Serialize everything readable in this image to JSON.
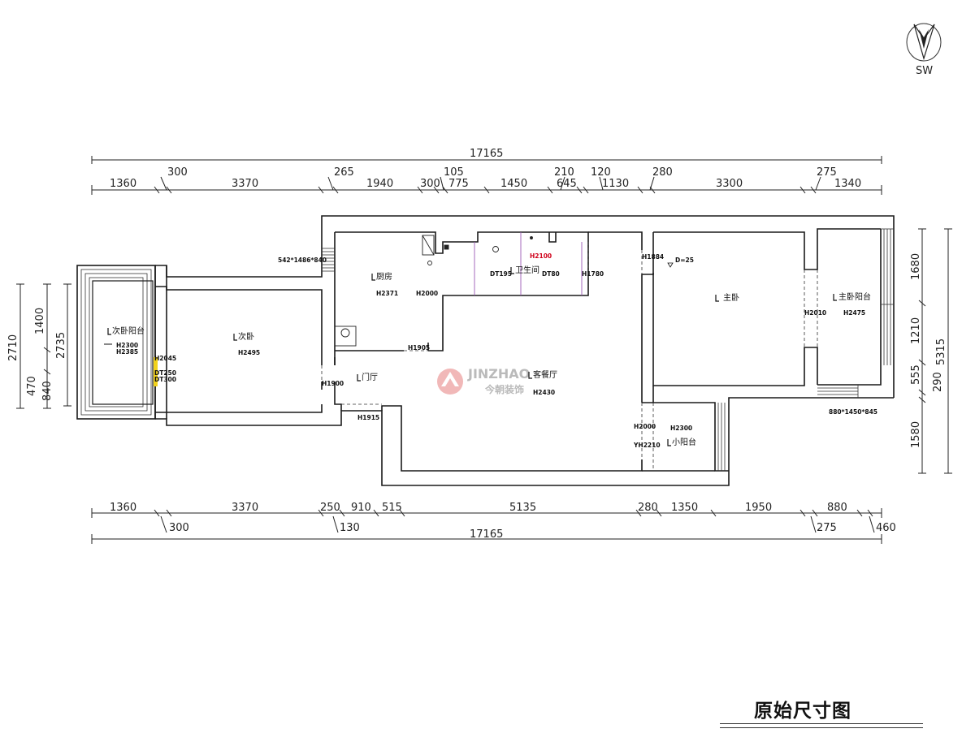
{
  "compass": {
    "label": "SW"
  },
  "title": "原始尺寸图",
  "watermark": {
    "brand": "JINZHAO",
    "brand_cn": "今朝装饰"
  },
  "dimensions": {
    "top_total": "17165",
    "top_row1": [
      "300",
      "265",
      "105",
      "210",
      "120",
      "280",
      "275"
    ],
    "top_row2": [
      "1360",
      "3370",
      "1940",
      "300",
      "775",
      "1450",
      "645",
      "1130",
      "3300",
      "1340"
    ],
    "bottom_row1": [
      "1360",
      "3370",
      "250",
      "910",
      "515",
      "5135",
      "280",
      "1350",
      "1950",
      "880"
    ],
    "bottom_row2": [
      "300",
      "130",
      "275",
      "460"
    ],
    "bottom_total": "17165",
    "left_outer": "2710",
    "left_inner": [
      "1400",
      "470",
      "840"
    ],
    "left_inner2": "2735",
    "right_inner": [
      "1680",
      "1210",
      "555",
      "1580"
    ],
    "right_inner2": "290",
    "right_outer": "5315"
  },
  "rooms": {
    "secondary_balcony": "次卧阳台",
    "secondary_bedroom": "次卧",
    "kitchen": "厨房",
    "bathroom": "卫生间",
    "foyer": "门厅",
    "living_dining": "客餐厅",
    "master_bedroom": "主卧",
    "master_balcony": "主卧阳台",
    "small_balcony": "小阳台"
  },
  "annotations": {
    "win_left": "542*1486*840",
    "sb_h1": "H2300",
    "sb_h2": "H2385",
    "h2045": "H2045",
    "dt250": "DT250",
    "dt300": "DT300",
    "bed2_h": "H2495",
    "kitchen_h": "H2371",
    "h2000_k": "H2000",
    "h1905": "H1905",
    "h1900": "H1900",
    "h1915": "H1915",
    "h2100": "H2100",
    "dt195": "DT195",
    "dt80": "DT80",
    "h1780": "H1780",
    "h1884": "H1884",
    "d25": "D=25",
    "living_h": "H2430",
    "master_h": "H2010",
    "mb_h": "H2475",
    "win_right": "880*1450*845",
    "h2000_s": "H2000",
    "h2300_s": "H2300",
    "yh2210": "YH2210"
  },
  "colors": {
    "wall": "#1a1a1a",
    "red": "#d0021b",
    "purple": "#9b59b6",
    "yellow": "#f2d21b"
  }
}
